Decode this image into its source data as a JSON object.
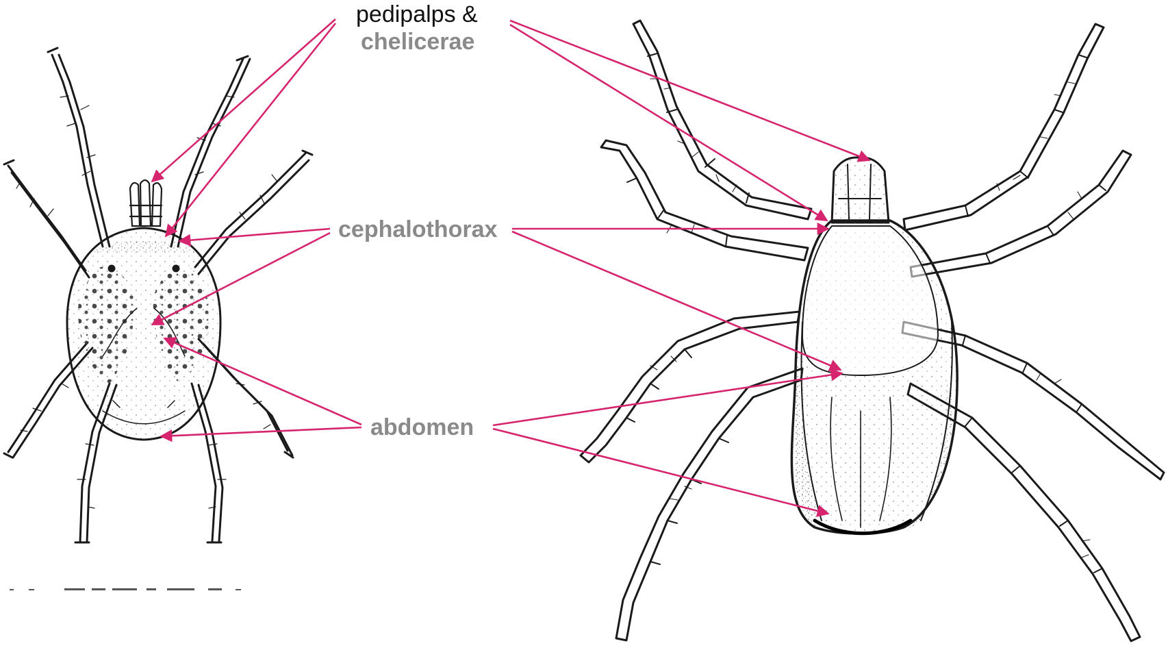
{
  "labels": {
    "pedipalps": "pedipalps &",
    "chelicerae": "chelicerae",
    "cephalothorax": "cephalothorax",
    "abdomen": "abdomen"
  },
  "colors": {
    "arrow": "#d6246e",
    "label_dark": "#111111",
    "label_grey": "#8a8a8a",
    "ink": "#1a1a1a",
    "background": "#ffffff"
  },
  "figures": [
    {
      "name": "mite",
      "view": "dorsal"
    },
    {
      "name": "tick",
      "view": "dorsal"
    }
  ]
}
